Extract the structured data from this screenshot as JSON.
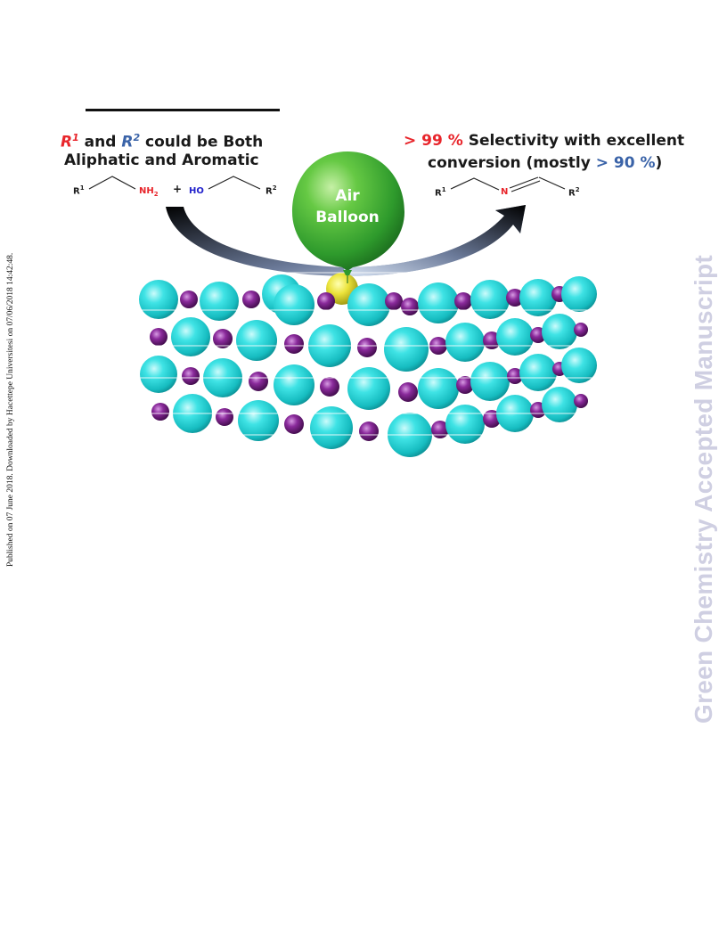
{
  "sidebar": {
    "publication_note": "Published on 07 June 2018. Downloaded by Hacettepe Universitesi on 07/06/2018 14:42:48.",
    "journal_watermark": "Green Chemistry Accepted Manuscript"
  },
  "graphic": {
    "left_caption": {
      "r1": "R",
      "r1_sup": "1",
      "and": " and ",
      "r2": "R",
      "r2_sup": "2",
      "rest_line1": " could be Both",
      "line2": "Aliphatic and Aromatic"
    },
    "right_caption": {
      "gt99": "> 99 %",
      "rest_line1": " Selectivity with excellent",
      "line2_a": "conversion (mostly ",
      "gt90": "> 90 %",
      "line2_b": ")"
    },
    "reactants": {
      "r1": "R",
      "r1_sup": "1",
      "nh2": "NH",
      "nh2_sub": "2",
      "plus": "+",
      "ho": "HO",
      "r2": "R",
      "r2_sup": "2"
    },
    "product": {
      "r1": "R",
      "r1_sup": "1",
      "n": "N",
      "r2": "R",
      "r2_sup": "2"
    },
    "balloon": {
      "line1": "Air",
      "line2": "Balloon"
    },
    "colors": {
      "cyan_atom": "#19d6d9",
      "purple_atom": "#6f1a7e",
      "balloon_green": "#3aa832",
      "gold_atom": "#e6e02a",
      "accent_red": "#e8252b",
      "accent_blue": "#3a63a8"
    }
  }
}
